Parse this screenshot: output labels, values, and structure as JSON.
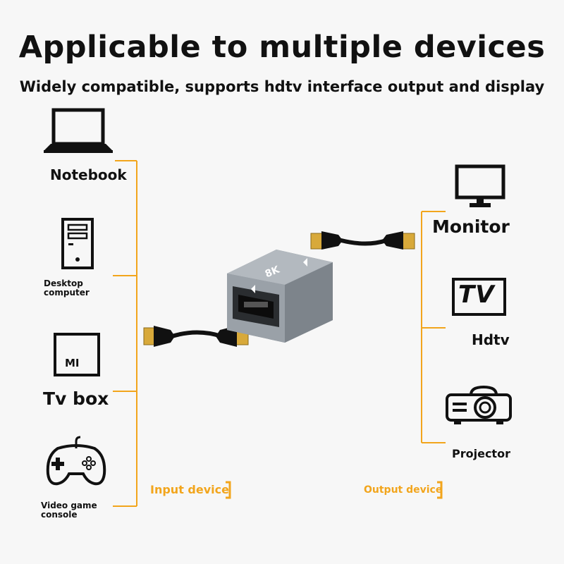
{
  "header": {
    "title": "Applicable to multiple devices",
    "subtitle": "Widely compatible, supports hdtv interface output and display"
  },
  "input_devices": {
    "notebook": "Notebook",
    "desktop": "Desktop computer",
    "tvbox": "Tv box",
    "tvbox_logo": "MI",
    "gamepad": "Video game console"
  },
  "output_devices": {
    "monitor": "Monitor",
    "hdtv": "Hdtv",
    "tv_logo": "TV",
    "projector": "Projector"
  },
  "adapter": {
    "badge": "8K"
  },
  "legend": {
    "input": "Input device",
    "output": "Output device"
  },
  "colors": {
    "accent": "#f2a51c",
    "adapter": "#9aa1a8",
    "cable": "#111111",
    "gold": "#d8a93a"
  }
}
